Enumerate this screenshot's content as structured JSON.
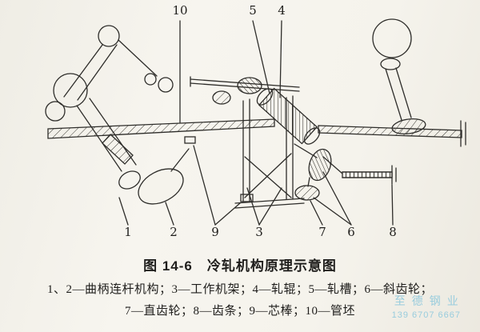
{
  "figure": {
    "caption": "图 14-6　冷轧机构原理示意图",
    "legend_line1": "1、2—曲柄连杆机构；3—工作机架；4—轧辊；5—轧槽；6—斜齿轮；",
    "legend_line2": "7—直齿轮；8—齿条；9—芯棒；10—管坯"
  },
  "callouts": {
    "n1": "1",
    "n2": "2",
    "n3": "3",
    "n4": "4",
    "n5": "5",
    "n6": "6",
    "n7": "7",
    "n8": "8",
    "n9": "9",
    "n10": "10"
  },
  "watermark": {
    "name": "至德钢业",
    "phone": "139 6707 6667",
    "color": "#8fc9dd"
  },
  "colors": {
    "ink": "#2e2d2a",
    "paper": "#f5f3ec"
  }
}
